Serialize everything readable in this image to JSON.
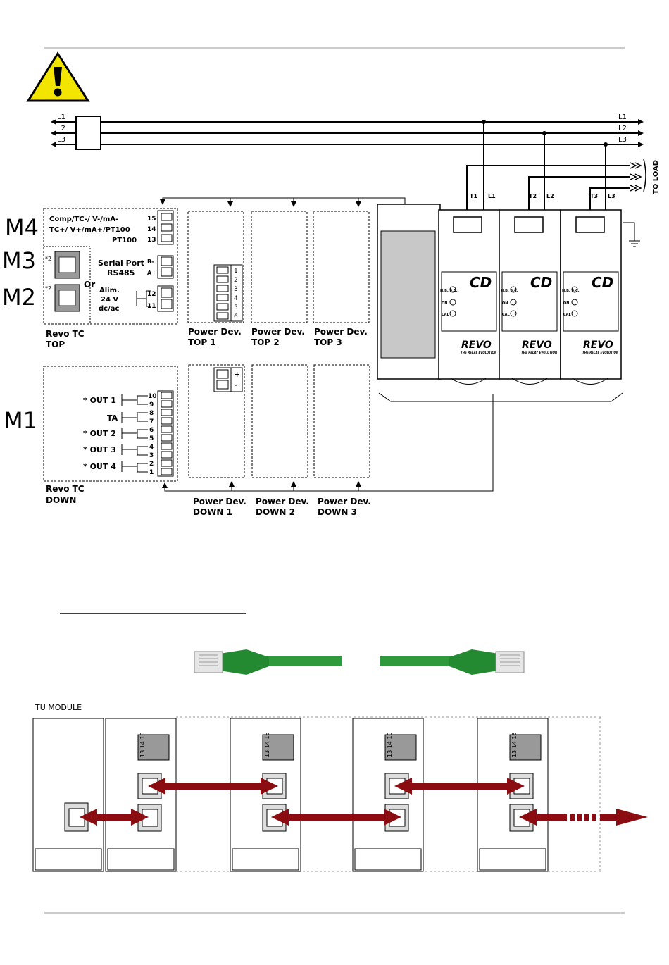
{
  "lines": {
    "left": [
      "L1",
      "L2",
      "L3"
    ],
    "right": [
      "L1",
      "L2",
      "L3"
    ],
    "to_load": "TO LOAD"
  },
  "modules": {
    "m4": "M4",
    "m3": "M3",
    "m2": "M2",
    "m1": "M1"
  },
  "top_terminals": [
    {
      "label": "Comp/TC-/ V-/mA-",
      "pin": "15"
    },
    {
      "label": "TC+/ V+/mA+/PT100",
      "pin": "14"
    },
    {
      "label": "PT100",
      "pin": "13"
    }
  ],
  "serial": {
    "line1": "Serial Port",
    "line2": "RS485",
    "b": "B-",
    "a": "A+"
  },
  "alim": {
    "line1": "Alim.",
    "line2": "24 V",
    "line3": "dc/ac",
    "pin12": "12",
    "pin11": "11"
  },
  "or_label": "Or",
  "star2": "*2",
  "revo_top": {
    "line1": "Revo TC",
    "line2": "TOP"
  },
  "revo_down": {
    "line1": "Revo TC",
    "line2": "DOWN"
  },
  "power_top": [
    {
      "line1": "Power Dev.",
      "line2": "TOP 1"
    },
    {
      "line1": "Power Dev.",
      "line2": "TOP 2"
    },
    {
      "line1": "Power Dev.",
      "line2": "TOP 3"
    }
  ],
  "power_down": [
    {
      "line1": "Power Dev.",
      "line2": "DOWN 1"
    },
    {
      "line1": "Power Dev.",
      "line2": "DOWN 2"
    },
    {
      "line1": "Power Dev.",
      "line2": "DOWN 3"
    }
  ],
  "connector_pins": [
    "1",
    "2",
    "3",
    "4",
    "5",
    "6"
  ],
  "plus": "+",
  "minus": "-",
  "outputs": [
    {
      "label": "* OUT 1",
      "pins": [
        "10",
        "9"
      ]
    },
    {
      "label": "TA",
      "pins": [
        "8",
        "7"
      ]
    },
    {
      "label": "* OUT 2",
      "pins": [
        "6",
        "5"
      ]
    },
    {
      "label": "* OUT 3",
      "pins": [
        "4",
        "3"
      ]
    },
    {
      "label": "* OUT 4",
      "pins": [
        "2",
        "1"
      ]
    }
  ],
  "device": {
    "phases": [
      {
        "t": "T1",
        "l": "L1"
      },
      {
        "t": "T2",
        "l": "L2"
      },
      {
        "t": "T3",
        "l": "L3"
      }
    ],
    "leds": [
      "H.B. S.C.",
      "ON",
      "CAL"
    ],
    "brand": "CD",
    "product": "REVO",
    "tagline": "THE RELAY EVOLUTION"
  },
  "tu_module": "TU MODULE",
  "tu_terminal_pins": "13 14 15",
  "colors": {
    "warning": "#f2e600",
    "arrow": "#8b0d12",
    "cable": "#2e9a3c"
  }
}
